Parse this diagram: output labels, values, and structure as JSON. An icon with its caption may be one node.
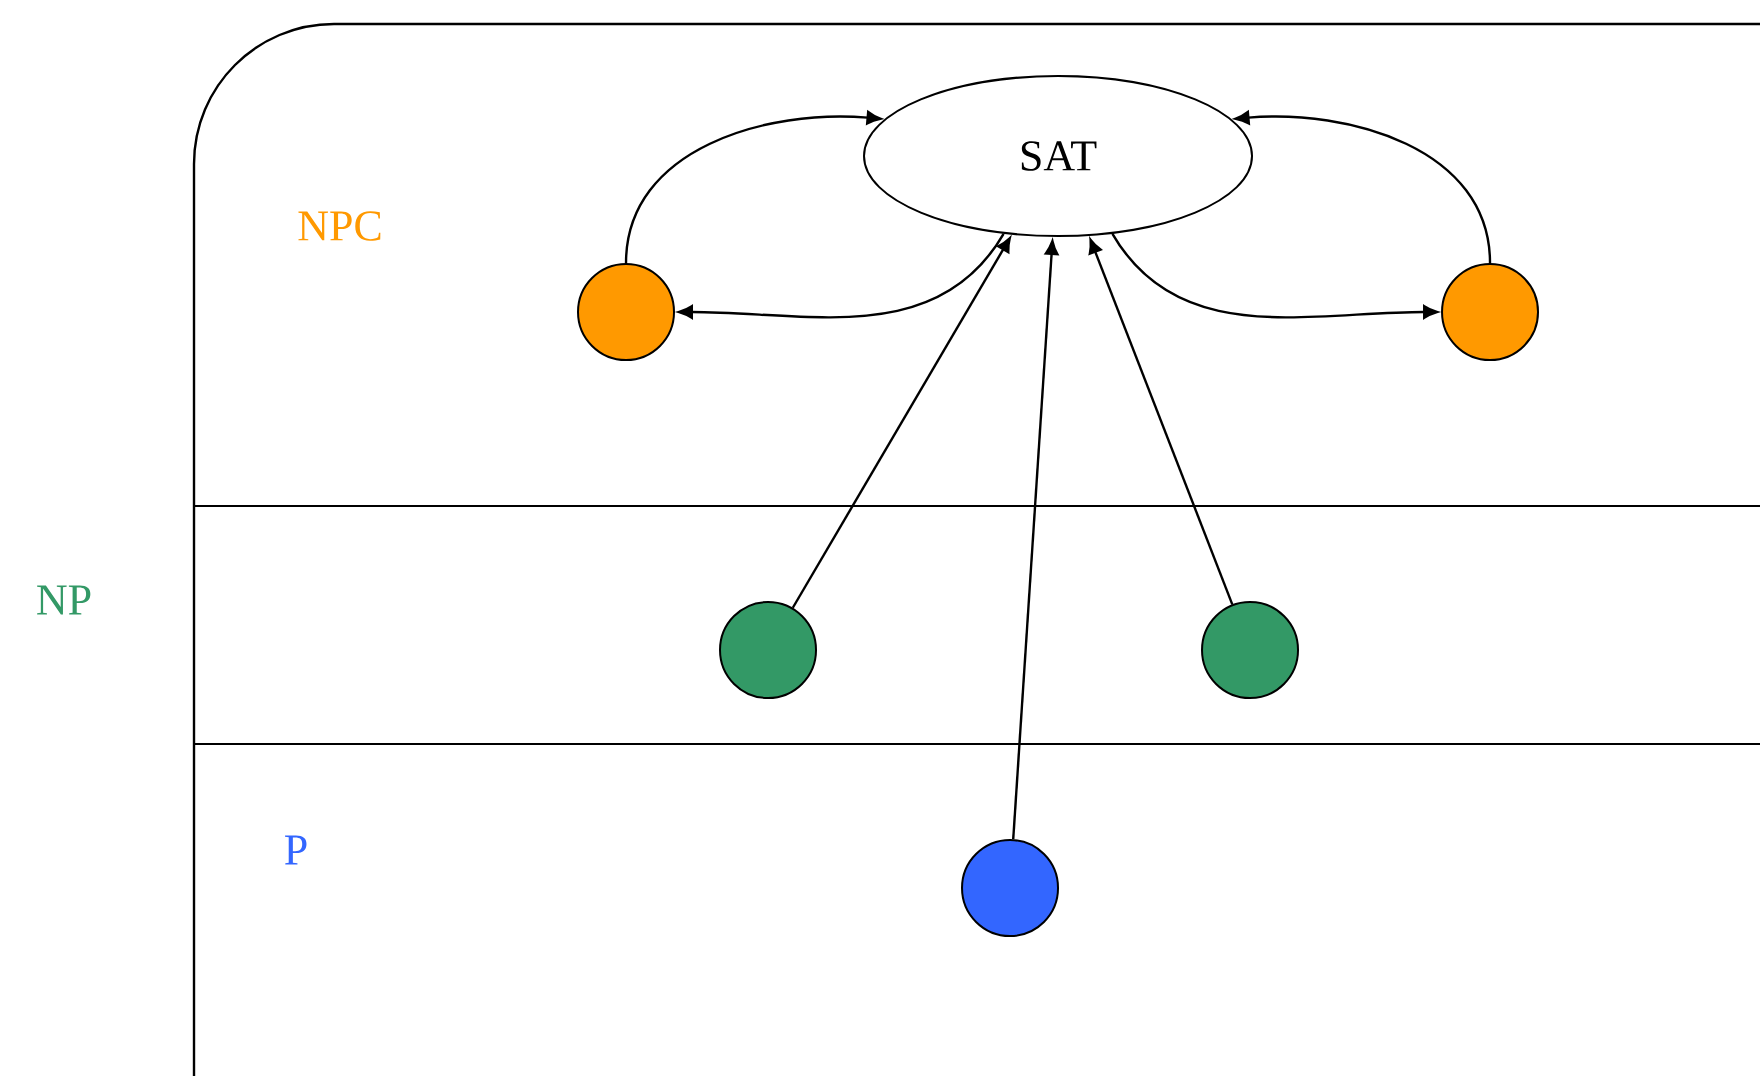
{
  "diagram": {
    "nodes": [
      {
        "text": [
          "NP"
        ]
      },
      {
        "text": [
          "SAT"
        ],
        "in": 0
      },
      {
        "text": [],
        "shape": "circle",
        "in": 0
      },
      {
        "text": [],
        "shape": "circle",
        "in": 0
      },
      {
        "text": [],
        "shape": "circle",
        "in": 0
      },
      {
        "text": [],
        "shape": "circle",
        "in": 0
      },
      {
        "text": [],
        "shape": "circle",
        "in": 0
      }
    ],
    "edges": [
      {
        "from": 2,
        "to": 1,
        "arrow": "to"
      },
      {
        "from": 1,
        "to": 2,
        "arrow": "to"
      },
      {
        "from": 3,
        "to": 1,
        "arrow": "to"
      },
      {
        "from": 1,
        "to": 3,
        "arrow": "to"
      },
      {
        "from": 4,
        "to": 1,
        "arrow": "to"
      },
      {
        "from": 5,
        "to": 1,
        "arrow": "to"
      },
      {
        "from": 6,
        "to": 1,
        "arrow": "to"
      }
    ],
    "labels": [
      "NPC",
      "P"
    ]
  }
}
